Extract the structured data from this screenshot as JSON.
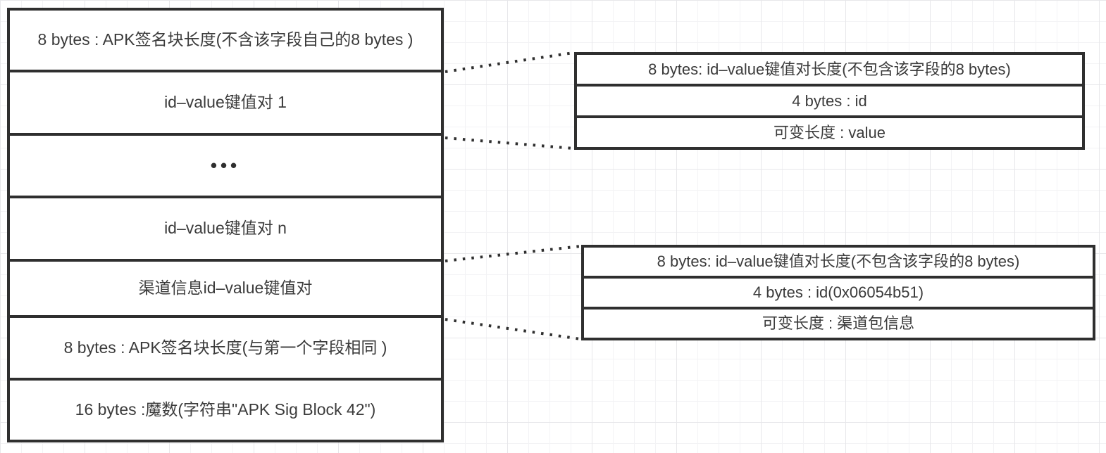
{
  "colors": {
    "border": "#2f2f2f",
    "text": "#3b3b3b",
    "background": "#ffffff",
    "grid_minor": "#f3f3f5",
    "grid_major": "#e7e7ea"
  },
  "apk_block": {
    "rows": [
      "8 bytes : APK签名块长度(不含该字段自己的8 bytes )",
      "id–value键值对 1",
      "•••",
      "id–value键值对 n",
      "渠道信息id–value键值对",
      "8 bytes : APK签名块长度(与第一个字段相同 )",
      "16 bytes :魔数(字符串\"APK Sig Block 42\")"
    ]
  },
  "pair_detail_block": {
    "rows": [
      "8 bytes: id–value键值对长度(不包含该字段的8 bytes)",
      "4 bytes : id",
      "可变长度 : value"
    ]
  },
  "channel_detail_block": {
    "rows": [
      "8 bytes: id–value键值对长度(不包含该字段的8 bytes)",
      "4 bytes : id(0x06054b51)",
      "可变长度 : 渠道包信息"
    ]
  }
}
